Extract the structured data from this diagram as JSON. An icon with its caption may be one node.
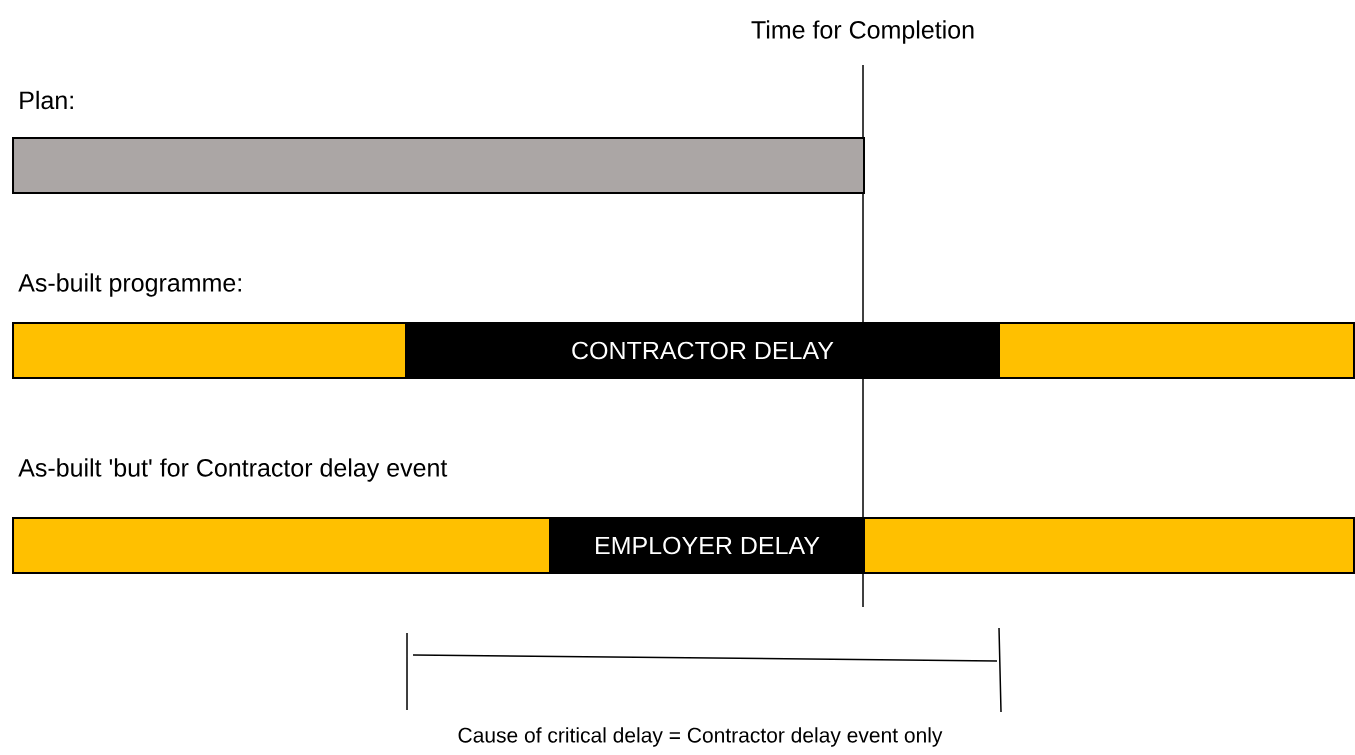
{
  "diagram": {
    "nodes": [
      {
        "text": [],
        "shape": "bar"
      },
      {
        "text": [],
        "shape": "bar"
      },
      {
        "text": [
          "CONTRACTOR DELAY"
        ]
      },
      {
        "text": [],
        "shape": "bar"
      },
      {
        "text": [],
        "shape": "bar"
      },
      {
        "text": [
          "EMPLOYER DELAY"
        ]
      },
      {
        "text": [],
        "shape": "bar"
      }
    ],
    "labels": [
      "Time for Completion",
      "Plan:",
      "As-built programme:",
      "As-built 'but' for Contractor delay event",
      "Cause of critical delay = Contractor delay event only"
    ]
  }
}
